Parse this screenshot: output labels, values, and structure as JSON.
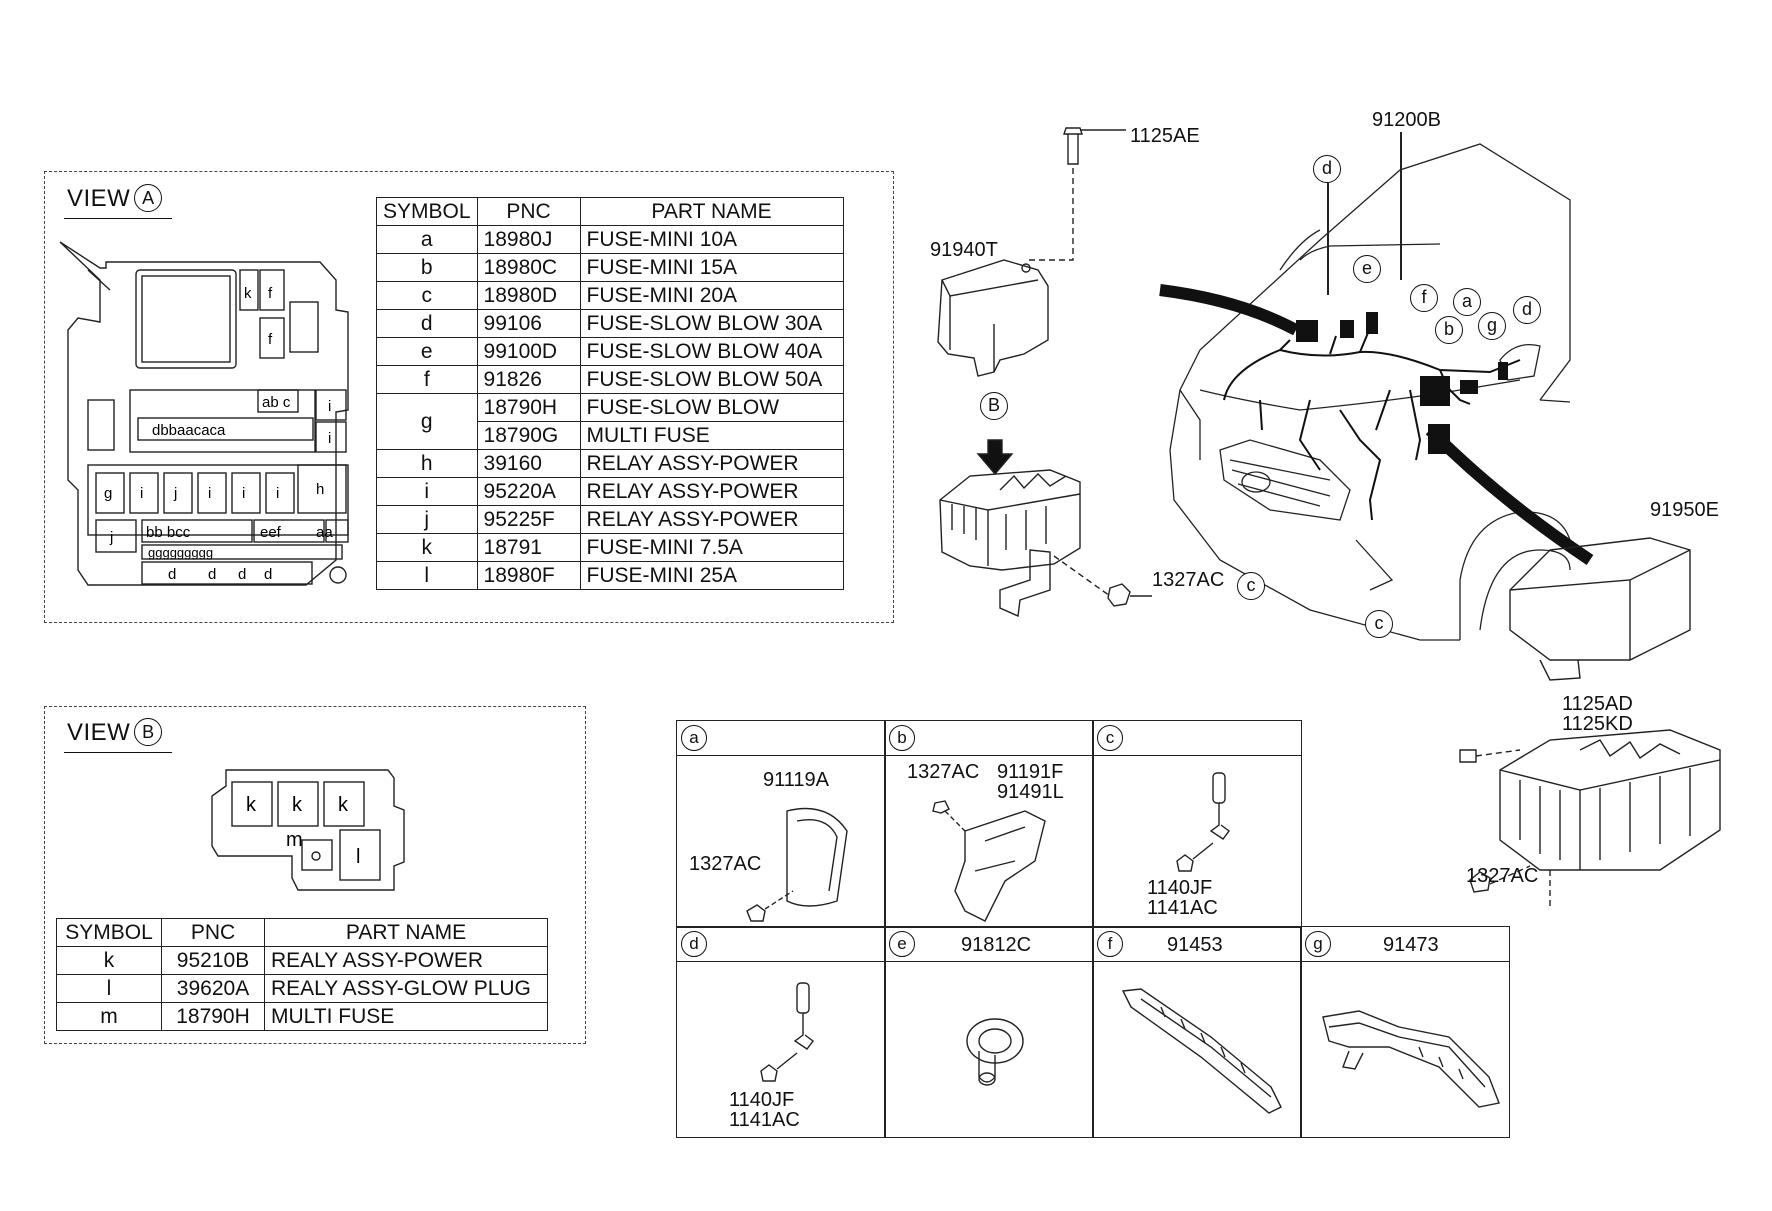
{
  "view_a": {
    "title": "VIEW",
    "marker": "A",
    "table": {
      "headers": [
        "SYMBOL",
        "PNC",
        "PART NAME"
      ],
      "rows": [
        {
          "symbol": "a",
          "pnc": "18980J",
          "name": "FUSE-MINI 10A"
        },
        {
          "symbol": "b",
          "pnc": "18980C",
          "name": "FUSE-MINI 15A"
        },
        {
          "symbol": "c",
          "pnc": "18980D",
          "name": "FUSE-MINI 20A"
        },
        {
          "symbol": "d",
          "pnc": "99106",
          "name": "FUSE-SLOW BLOW 30A"
        },
        {
          "symbol": "e",
          "pnc": "99100D",
          "name": "FUSE-SLOW BLOW 40A"
        },
        {
          "symbol": "f",
          "pnc": "91826",
          "name": "FUSE-SLOW BLOW 50A"
        },
        {
          "symbol": "g",
          "pnc": "18790H",
          "name": "FUSE-SLOW BLOW"
        },
        {
          "symbol": "",
          "pnc": "18790G",
          "name": "MULTI FUSE"
        },
        {
          "symbol": "h",
          "pnc": "39160",
          "name": "RELAY ASSY-POWER"
        },
        {
          "symbol": "i",
          "pnc": "95220A",
          "name": "RELAY ASSY-POWER"
        },
        {
          "symbol": "j",
          "pnc": "95225F",
          "name": "RELAY ASSY-POWER"
        },
        {
          "symbol": "k",
          "pnc": "18791",
          "name": "FUSE-MINI 7.5A"
        },
        {
          "symbol": "l",
          "pnc": "18980F",
          "name": "FUSE-MINI 25A"
        }
      ]
    },
    "fuse_letters": {
      "row1": "k",
      "f": "f",
      "i": "i",
      "h": "h",
      "j": "j",
      "abc": "ab c",
      "dbbaacaca": "dbbaacaca",
      "giji": [
        "g",
        "i",
        "j",
        "i",
        "i",
        "i"
      ],
      "bbc": "bb bcc",
      "eef": "eef",
      "aa": "aa",
      "gg": "ggggggggg",
      "dd": [
        "d",
        "d",
        "d",
        "d"
      ]
    }
  },
  "view_b": {
    "title": "VIEW",
    "marker": "B",
    "box_letters": [
      "k",
      "k",
      "k",
      "m",
      "l"
    ],
    "table": {
      "headers": [
        "SYMBOL",
        "PNC",
        "PART NAME"
      ],
      "rows": [
        {
          "symbol": "k",
          "pnc": "95210B",
          "name": "REALY ASSY-POWER"
        },
        {
          "symbol": "l",
          "pnc": "39620A",
          "name": "REALY ASSY-GLOW PLUG"
        },
        {
          "symbol": "m",
          "pnc": "18790H",
          "name": "MULTI FUSE"
        }
      ]
    }
  },
  "main_labels": {
    "p1125AE": "1125AE",
    "p91940T": "91940T",
    "pB": "B",
    "p1327AC_a": "1327AC",
    "p91200B": "91200B",
    "p91950E": "91950E",
    "p1125AD": "1125AD",
    "p1125KD": "1125KD",
    "p1327AC_b": "1327AC",
    "callouts": [
      "d",
      "e",
      "f",
      "a",
      "b",
      "g",
      "d",
      "c",
      "c"
    ]
  },
  "detail_grid": {
    "cells": [
      {
        "tag": "a",
        "parts": [
          "91119A",
          "1327AC"
        ]
      },
      {
        "tag": "b",
        "parts": [
          "1327AC",
          "91191F",
          "91491L"
        ]
      },
      {
        "tag": "c",
        "parts": [
          "1140JF",
          "1141AC"
        ]
      },
      {
        "tag": "d",
        "parts": [
          "1140JF",
          "1141AC"
        ]
      },
      {
        "tag": "e",
        "parts": [
          "91812C"
        ]
      },
      {
        "tag": "f",
        "parts": [
          "91453"
        ]
      },
      {
        "tag": "g",
        "parts": [
          "91473"
        ]
      }
    ]
  }
}
